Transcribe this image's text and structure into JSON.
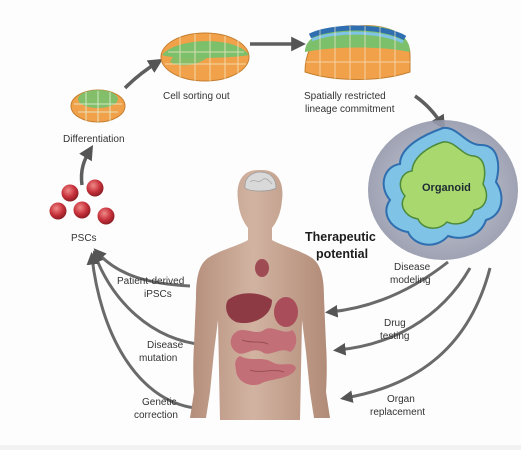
{
  "diagram": {
    "stages": {
      "pscs": "PSCs",
      "differentiation": "Differentiation",
      "cell_sorting": "Cell sorting out",
      "spatial_line1": "Spatially restricted",
      "spatial_line2": "lineage commitment",
      "organoid": "Organoid"
    },
    "therapeutic": {
      "line1": "Therapeutic",
      "line2": "potential"
    },
    "applications": [
      {
        "line1": "Disease",
        "line2": "modeling"
      },
      {
        "line1": "Drug",
        "line2": "testing"
      },
      {
        "line1": "Organ",
        "line2": "replacement"
      }
    ],
    "sources": [
      {
        "line1": "Patient-derived",
        "line2": "iPSCs"
      },
      {
        "line1": "Disease",
        "line2": "mutation"
      },
      {
        "line1": "Genetic",
        "line2": "correction"
      }
    ]
  },
  "colors": {
    "green_cells": "#7cc06b",
    "orange_cells": "#f0a14a",
    "psc_red": "#c8323c",
    "organoid_inner": "#a9d86e",
    "organoid_ring": "#7fc3e6",
    "halo": "#9ea3b3",
    "body_skin": "#c7a592",
    "arrow_gray": "#5e5e5e"
  }
}
